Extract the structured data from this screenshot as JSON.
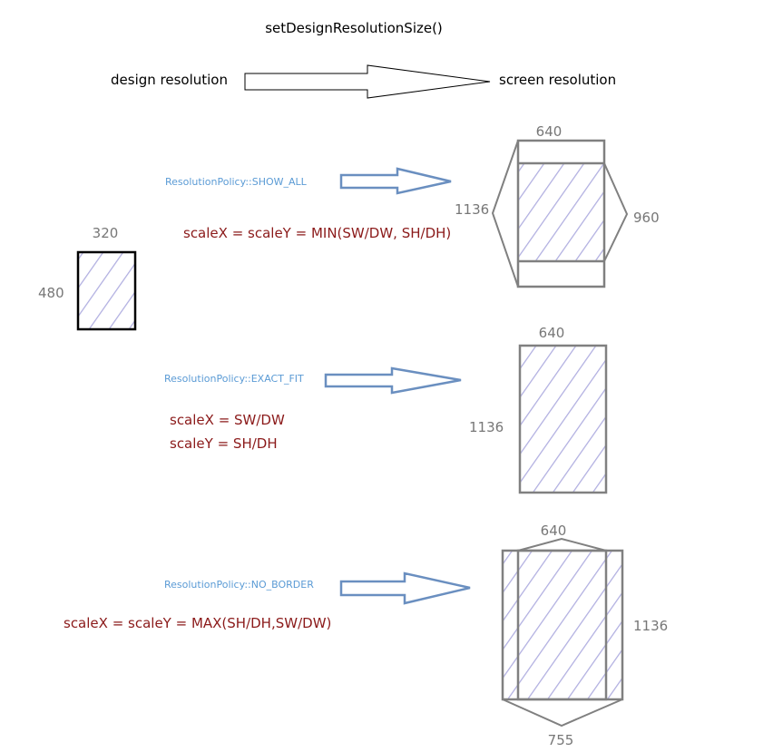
{
  "title": "setDesignResolutionSize()",
  "header": {
    "design_label": "design resolution",
    "screen_label": "screen resolution"
  },
  "design": {
    "width_label": "320",
    "height_label": "480"
  },
  "policies": [
    {
      "name": "ResolutionPolicy::SHOW_ALL",
      "formula_lines": [
        "scaleX = scaleY = MIN(SW/DW, SH/DH)"
      ],
      "screen_width_label": "640",
      "screen_height_label": "1136",
      "content_height_label": "960"
    },
    {
      "name": "ResolutionPolicy::EXACT_FIT",
      "formula_lines": [
        "scaleX = SW/DW",
        "scaleY = SH/DH"
      ],
      "screen_width_label": "640",
      "screen_height_label": "1136"
    },
    {
      "name": "ResolutionPolicy::NO_BORDER",
      "formula_lines": [
        "scaleX = scaleY = MAX(SH/DH,SW/DW)"
      ],
      "screen_width_label": "640",
      "screen_height_label": "1136",
      "content_width_label": "755"
    }
  ],
  "colors": {
    "hatch": "#b0aee0",
    "frame": "#808080",
    "arrow": "#6a8fc0",
    "policy_text": "#5b9bd5",
    "formula_text": "#8b1a1a"
  }
}
